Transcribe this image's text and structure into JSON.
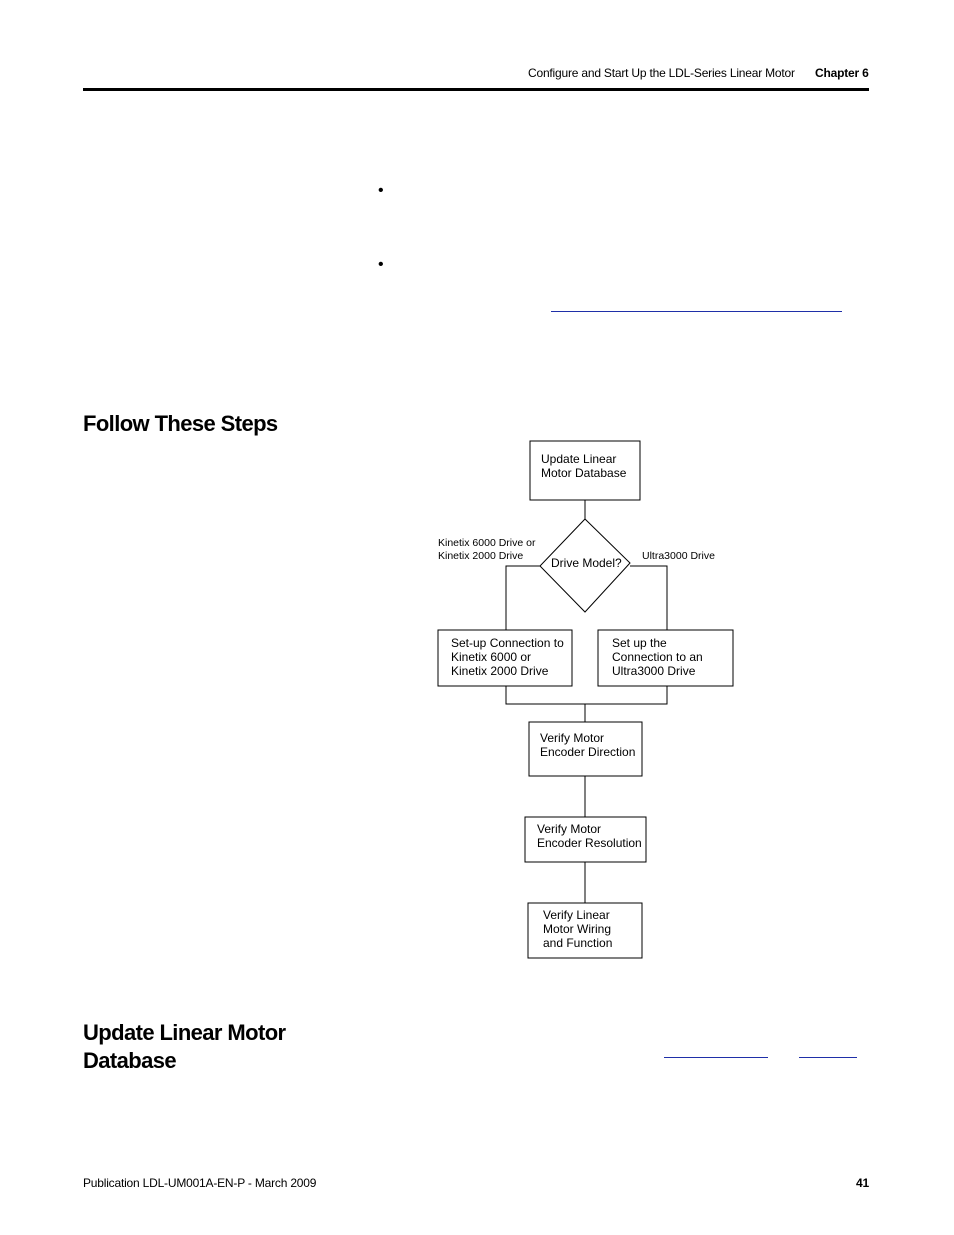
{
  "header": {
    "running_title": "Configure and Start Up the LDL-Series Linear Motor",
    "chapter": "Chapter 6"
  },
  "sections": {
    "follow_steps": "Follow These Steps",
    "update_db_line1": "Update Linear Motor",
    "update_db_line2": "Database"
  },
  "flowchart": {
    "box_update_db": [
      "Update Linear",
      "Motor Database"
    ],
    "decision": "Drive Model?",
    "branch_left": [
      "Kinetix 6000 Drive or",
      "Kinetix 2000 Drive"
    ],
    "branch_right": "Ultra3000 Drive",
    "box_kinetix": [
      "Set-up Connection to",
      "Kinetix 6000 or",
      "Kinetix 2000 Drive"
    ],
    "box_ultra": [
      "Set up the",
      "Connection to an",
      "Ultra3000 Drive"
    ],
    "box_direction": [
      "Verify Motor",
      "Encoder Direction"
    ],
    "box_resolution": [
      "Verify Motor",
      "Encoder Resolution"
    ],
    "box_wiring": [
      "Verify Linear",
      "Motor Wiring",
      "and Function"
    ]
  },
  "footer": {
    "publication": "Publication LDL-UM001A-EN-P - March 2009",
    "page_number": "41"
  }
}
